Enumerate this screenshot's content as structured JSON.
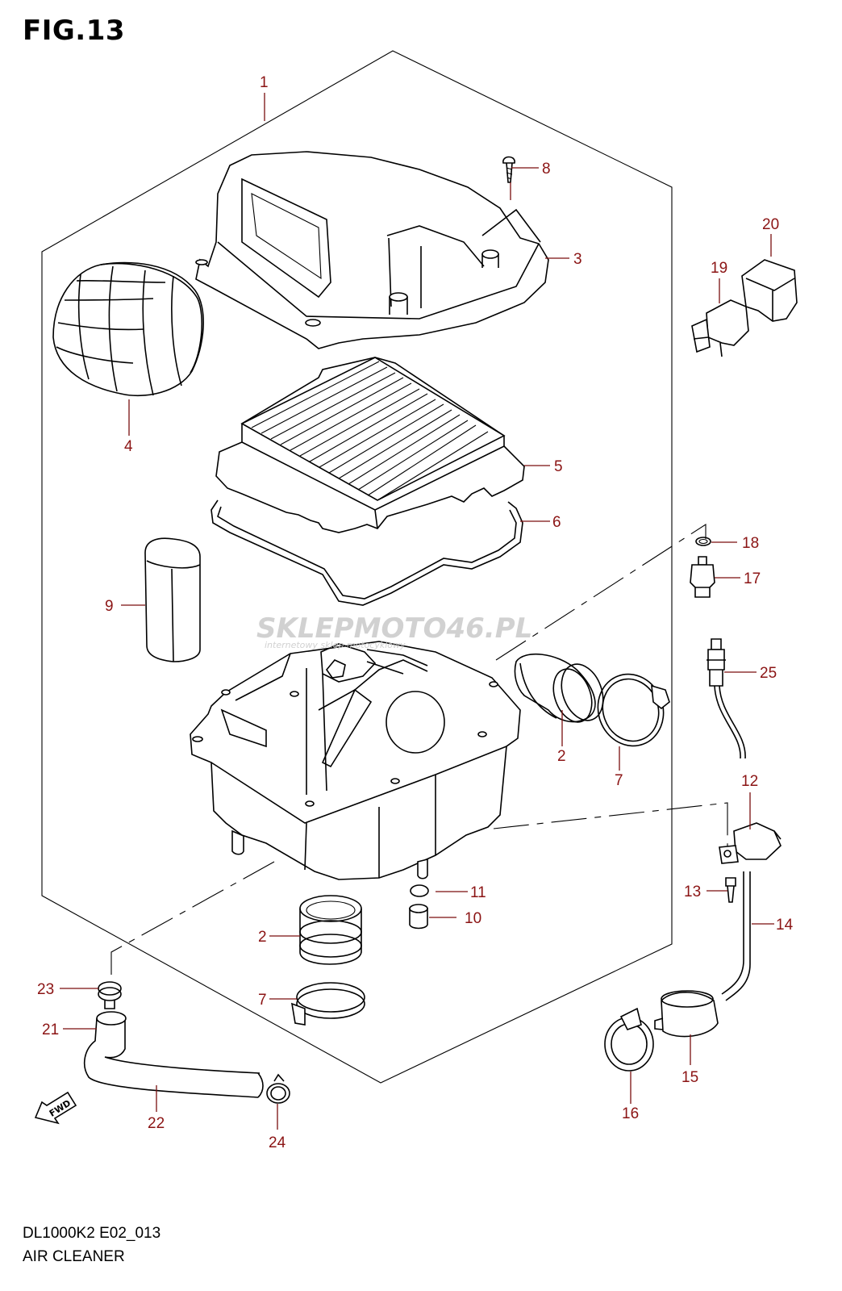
{
  "figure": {
    "title": "FIG.13",
    "model_code": "DL1000K2 E02_013",
    "section_name": "AIR CLEANER"
  },
  "watermark": {
    "brand": "SKLEPMOTO46.PL",
    "tagline": "internetowy sklep motocyklowy"
  },
  "direction_marker": "FWD",
  "callouts": [
    {
      "id": "c1",
      "number": "1"
    },
    {
      "id": "c8",
      "number": "8"
    },
    {
      "id": "c3",
      "number": "3"
    },
    {
      "id": "c20",
      "number": "20"
    },
    {
      "id": "c19",
      "number": "19"
    },
    {
      "id": "c4",
      "number": "4"
    },
    {
      "id": "c5",
      "number": "5"
    },
    {
      "id": "c6",
      "number": "6"
    },
    {
      "id": "c18",
      "number": "18"
    },
    {
      "id": "c17",
      "number": "17"
    },
    {
      "id": "c9",
      "number": "9"
    },
    {
      "id": "c25",
      "number": "25"
    },
    {
      "id": "c2a",
      "number": "2"
    },
    {
      "id": "c7a",
      "number": "7"
    },
    {
      "id": "c12",
      "number": "12"
    },
    {
      "id": "c11",
      "number": "11"
    },
    {
      "id": "c10",
      "number": "10"
    },
    {
      "id": "c13",
      "number": "13"
    },
    {
      "id": "c14",
      "number": "14"
    },
    {
      "id": "c2b",
      "number": "2"
    },
    {
      "id": "c23",
      "number": "23"
    },
    {
      "id": "c7b",
      "number": "7"
    },
    {
      "id": "c21",
      "number": "21"
    },
    {
      "id": "c15",
      "number": "15"
    },
    {
      "id": "c22",
      "number": "22"
    },
    {
      "id": "c24",
      "number": "24"
    },
    {
      "id": "c16",
      "number": "16"
    }
  ],
  "colors": {
    "callout_text": "#8b1414",
    "leader_line": "#7a0f0f",
    "line_art": "#000000",
    "watermark_red": "#d9362e",
    "watermark_gray": "#c9c9c9"
  }
}
